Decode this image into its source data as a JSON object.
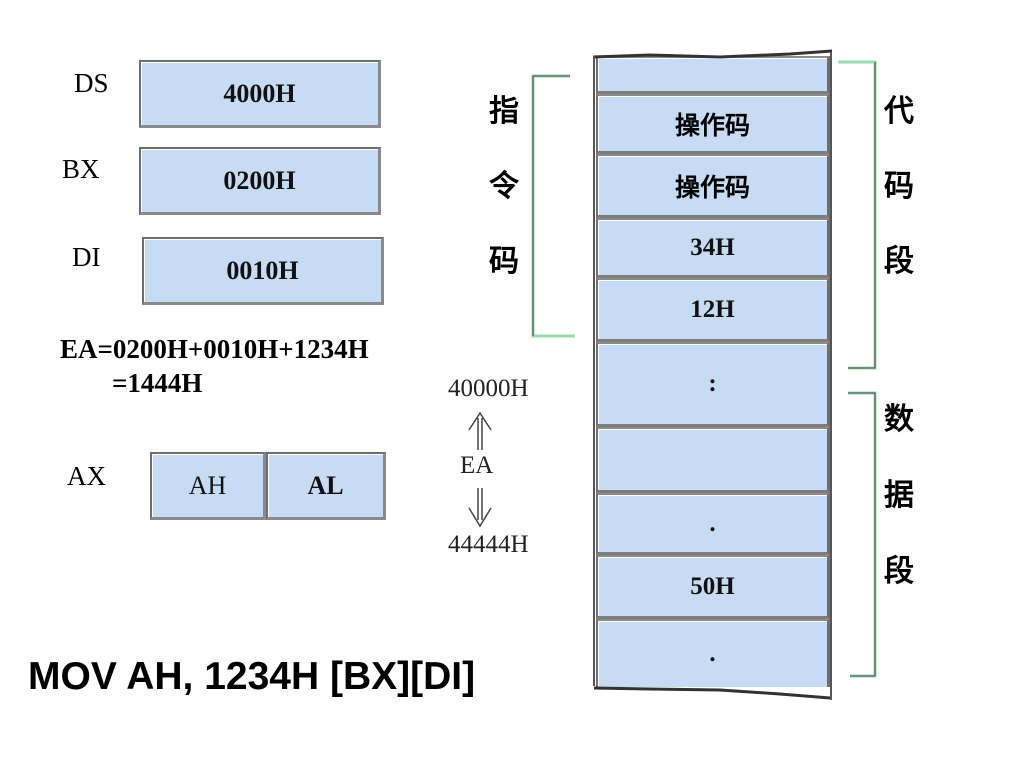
{
  "registers": {
    "ds": {
      "label": "DS",
      "value": "4000H"
    },
    "bx": {
      "label": "BX",
      "value": "0200H"
    },
    "di": {
      "label": "DI",
      "value": "0010H"
    },
    "ax": {
      "label": "AX",
      "high": "AH",
      "low": "AL"
    }
  },
  "formula": {
    "line1": "EA=0200H+0010H+1234H",
    "line2": "=1444H"
  },
  "address_range": {
    "start": "40000H",
    "ea": "EA",
    "end": "44444H"
  },
  "memory_cells": [
    "",
    "操作码",
    "操作码",
    "34H",
    "12H",
    ":",
    "",
    ".",
    "50H",
    "."
  ],
  "brackets": {
    "instruction": [
      "指",
      "令",
      "码"
    ],
    "code_segment": [
      "代",
      "码",
      "段"
    ],
    "data_segment": [
      "数",
      "据",
      "段"
    ]
  },
  "instruction": "MOV  AH,  1234H [BX][DI]",
  "colors": {
    "cell_fill": "#c6dcf4",
    "bracket": "#98dcb0"
  }
}
